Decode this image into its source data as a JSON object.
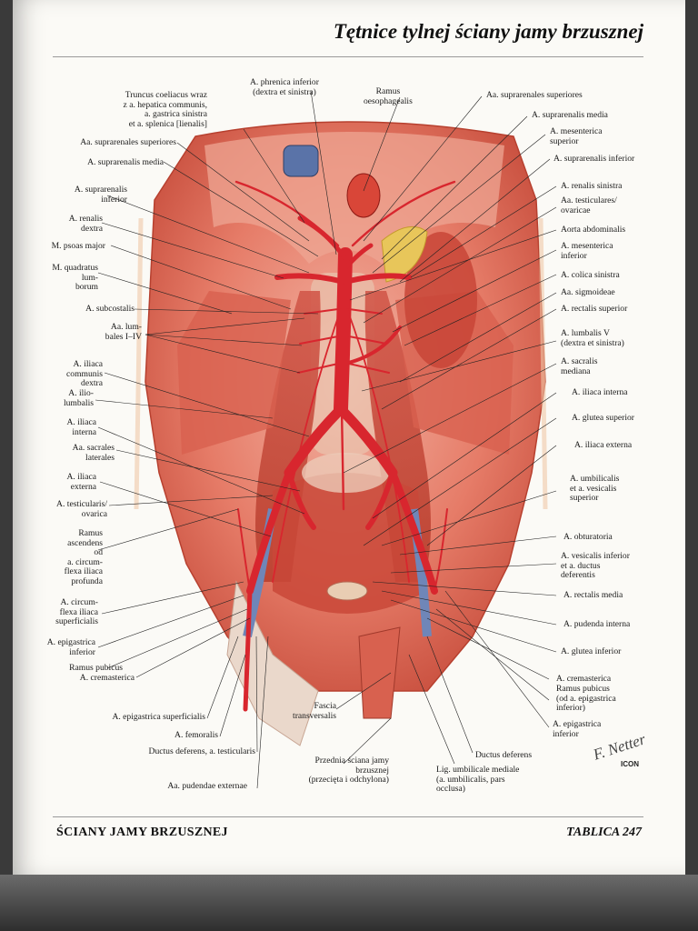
{
  "page": {
    "title": "Tętnice tylnej ściany jamy brzusznej",
    "footer_left": "ŚCIANY JAMY BRZUSZNEJ",
    "footer_right": "TABLICA 247",
    "signature": "F. Netter",
    "publisher_logo": "ICON"
  },
  "labels": {
    "phrenica": "A. phrenica inferior\n(dextra et sinistra)",
    "oesophagealis": "Ramus\noesophagealis",
    "truncus": "Truncus coeliacus wraz\nz a. hepatica communis,\na. gastrica sinistra\net a. splenica [lienalis]",
    "l_supra_sup": "Aa. suprarenales superiores",
    "l_supra_med": "A. suprarenalis media",
    "l_supra_inf": "A. suprarenalis\ninferior",
    "l_renalis": "A. renalis\ndextra",
    "psoas": "M. psoas major",
    "quadratus": "M. quadratus\nlum-\nborum",
    "subcostalis": "A. subcostalis",
    "lumbales": "Aa. lum-\nbales I–IV",
    "l_iliaca_comm": "A. iliaca\ncommunis\ndextra",
    "iliolumbalis": "A. ilio-\nlumbalis",
    "l_iliaca_int": "A. iliaca\ninterna",
    "sacrales_lat": "Aa. sacrales\nlaterales",
    "l_iliaca_ext": "A. iliaca\nexterna",
    "l_testicularis": "A. testicularis/\novarica",
    "ramus_ascendens": "Ramus\nascendens\nod\na. circum-\nflexa iliaca\nprofunda",
    "circumflexa_sup": "A. circum-\nflexa iliaca\nsuperficialis",
    "l_epigastrica": "A. epigastrica\ninferior",
    "l_ramus_pubicus": "Ramus pubicus",
    "l_cremasterica": "A. cremasterica",
    "epigastrica_sup": "A. epigastrica superficialis",
    "femoralis": "A. femoralis",
    "ductus_testicularis": "Ductus deferens, a. testicularis",
    "pudendae_ext": "Aa. pudendae externae",
    "fascia": "Fascia\ntransversalis",
    "przednia": "Przednia ściana jamy\nbrzusznej\n(przecięta i odchylona)",
    "lig_umbilicale": "Lig. umbilicale mediale\n(a. umbilicalis, pars\nocclusa)",
    "r_ductus": "Ductus deferens",
    "r_supra_sup": "Aa. suprarenales superiores",
    "r_supra_med": "A. suprarenalis media",
    "r_mes_sup": "A. mesenterica\nsuperior",
    "r_supra_inf": "A. suprarenalis inferior",
    "r_renalis": "A. renalis sinistra",
    "r_testiculares": "Aa. testiculares/\novaricae",
    "aorta": "Aorta abdominalis",
    "r_mes_inf": "A. mesenterica\ninferior",
    "colica": "A. colica sinistra",
    "sigmoideae": "Aa. sigmoideae",
    "rectalis_sup": "A. rectalis superior",
    "lumbalis_v": "A. lumbalis V\n(dextra et sinistra)",
    "sacralis_med": "A. sacralis\nmediana",
    "r_iliaca_int": "A. iliaca interna",
    "glutea_sup": "A. glutea superior",
    "r_iliaca_ext": "A. iliaca externa",
    "umbilicalis": "A. umbilicalis\net a. vesicalis\nsuperior",
    "obturatoria": "A. obturatoria",
    "vesicalis_inf": "A. vesicalis inferior\net a. ductus\ndeferentis",
    "rectalis_med": "A. rectalis media",
    "pudenda_int": "A. pudenda interna",
    "glutea_inf": "A. glutea inferior",
    "r_cremasterica": "A. cremasterica",
    "r_ramus_pubicus": "Ramus pubicus\n(od a. epigastrica\ninferior)",
    "r_epigastrica": "A. epigastrica\ninferior"
  },
  "colors": {
    "artery": "#d8262e",
    "artery_dark": "#a3141c",
    "muscle": "#e0685a",
    "muscle_light": "#eea08f",
    "fascia": "#e9d8cc",
    "vein": "#6f86b8",
    "adrenal": "#e8c65a",
    "leader": "#222222"
  }
}
